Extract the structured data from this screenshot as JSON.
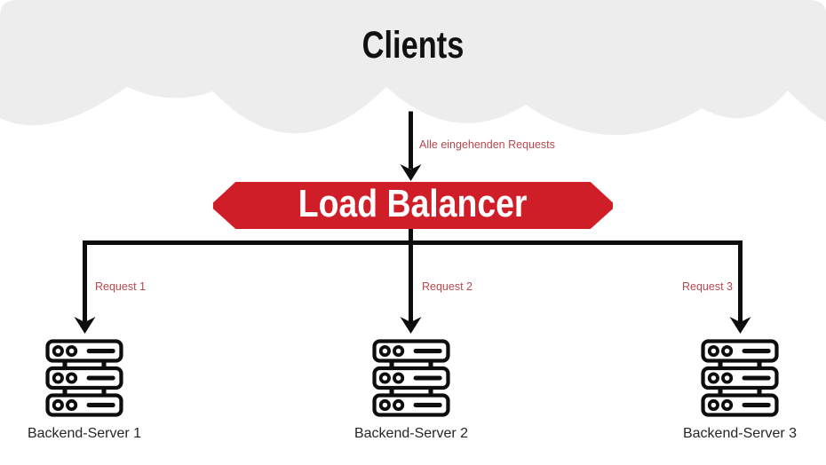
{
  "colors": {
    "background": "#ffffff",
    "cloud_gray": "#ededed",
    "accent_red": "#d01e28",
    "edge_label_red": "#b5484e",
    "line_black": "#0d0d0d",
    "server_label_dark": "#262626",
    "lb_text": "#ffffff"
  },
  "nodes": {
    "clients": {
      "label": "Clients"
    },
    "load_balancer": {
      "label": "Load Balancer"
    },
    "servers": [
      {
        "label": "Backend-Server 1"
      },
      {
        "label": "Backend-Server 2"
      },
      {
        "label": "Backend-Server 3"
      }
    ]
  },
  "edges": {
    "incoming": {
      "label": "Alle eingehenden Requests"
    },
    "requests": [
      {
        "label": "Request 1"
      },
      {
        "label": "Request 2"
      },
      {
        "label": "Request 3"
      }
    ]
  },
  "icons": {
    "cloud": "cloud-shape",
    "server": "server-rack-icon",
    "arrow": "arrow-down-icon"
  }
}
